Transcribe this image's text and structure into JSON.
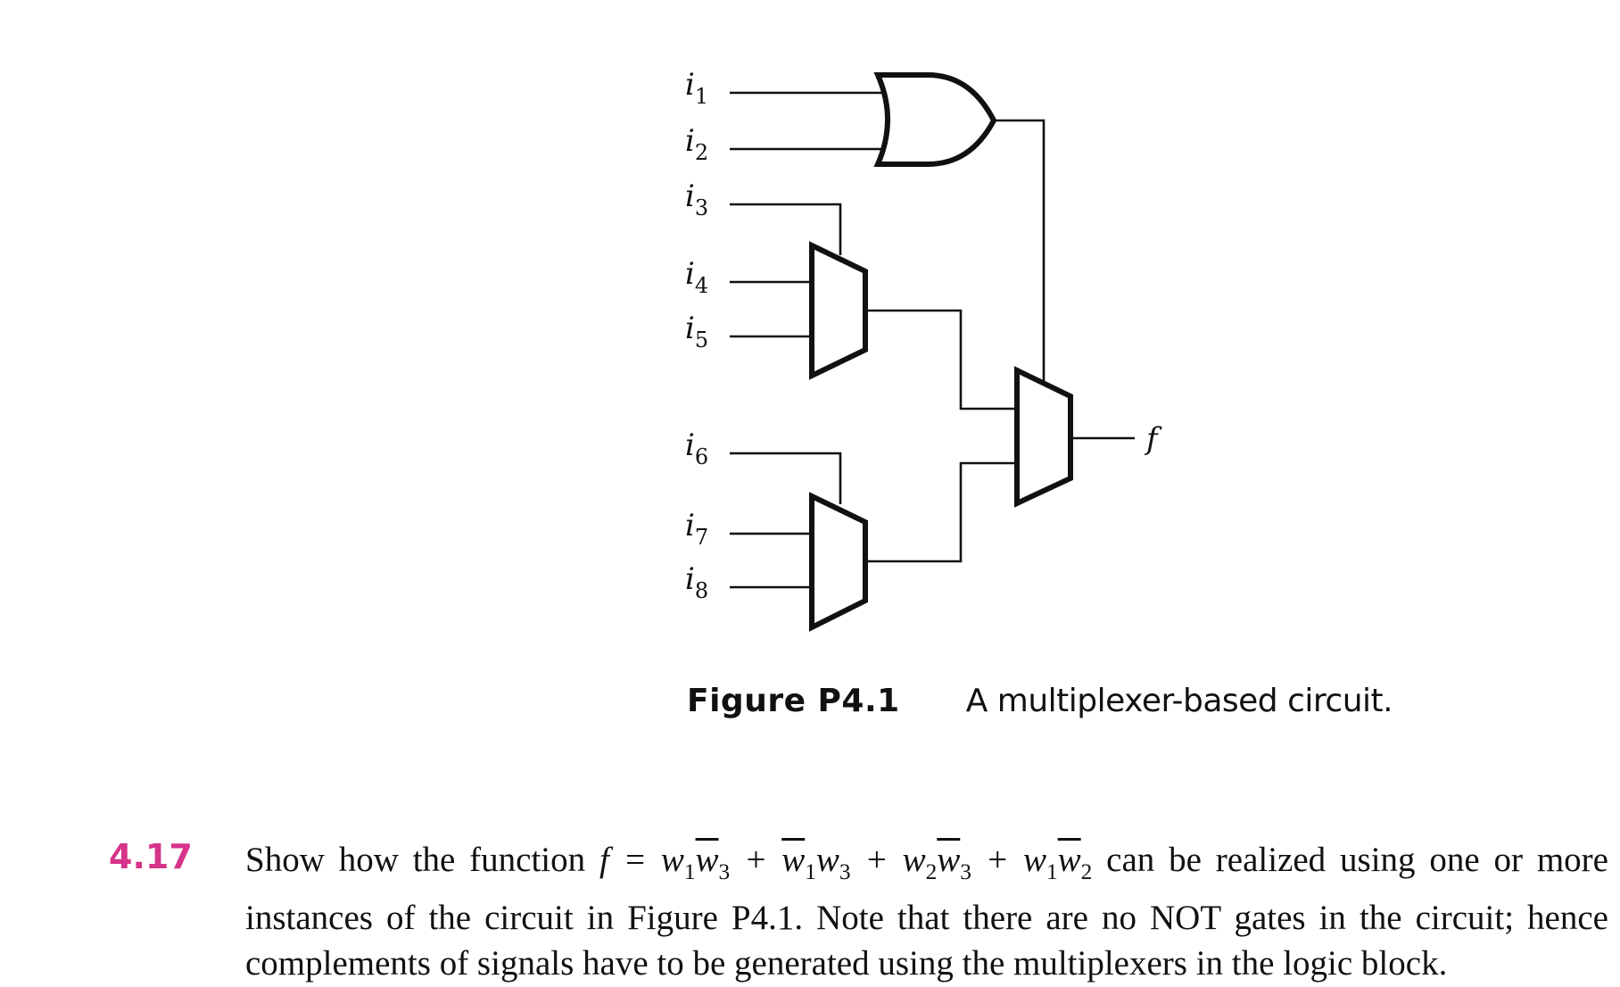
{
  "figure": {
    "input_labels": [
      {
        "base": "i",
        "sub": "1"
      },
      {
        "base": "i",
        "sub": "2"
      },
      {
        "base": "i",
        "sub": "3"
      },
      {
        "base": "i",
        "sub": "4"
      },
      {
        "base": "i",
        "sub": "5"
      },
      {
        "base": "i",
        "sub": "6"
      },
      {
        "base": "i",
        "sub": "7"
      },
      {
        "base": "i",
        "sub": "8"
      }
    ],
    "output_label": "f",
    "caption_label": "Figure P4.1",
    "caption_title": "A multiplexer-based circuit."
  },
  "problem": {
    "number": "4.17",
    "text_before": "Show how the function ",
    "equation": {
      "lhs": "f",
      "equals": " = ",
      "terms": [
        [
          {
            "v": "w",
            "s": "1",
            "bar": false
          },
          {
            "v": "w",
            "s": "3",
            "bar": true
          }
        ],
        [
          {
            "v": "w",
            "s": "1",
            "bar": true
          },
          {
            "v": "w",
            "s": "3",
            "bar": false
          }
        ],
        [
          {
            "v": "w",
            "s": "2",
            "bar": false
          },
          {
            "v": "w",
            "s": "3",
            "bar": true
          }
        ],
        [
          {
            "v": "w",
            "s": "1",
            "bar": false
          },
          {
            "v": "w",
            "s": "2",
            "bar": true
          }
        ]
      ],
      "plus": " + "
    },
    "text_after": " can be realized using one or more instances of the circuit in Figure P4.1. Note that there are no NOT gates in the circuit; hence complements of signals have to be generated using the multiplexers in the logic block."
  }
}
